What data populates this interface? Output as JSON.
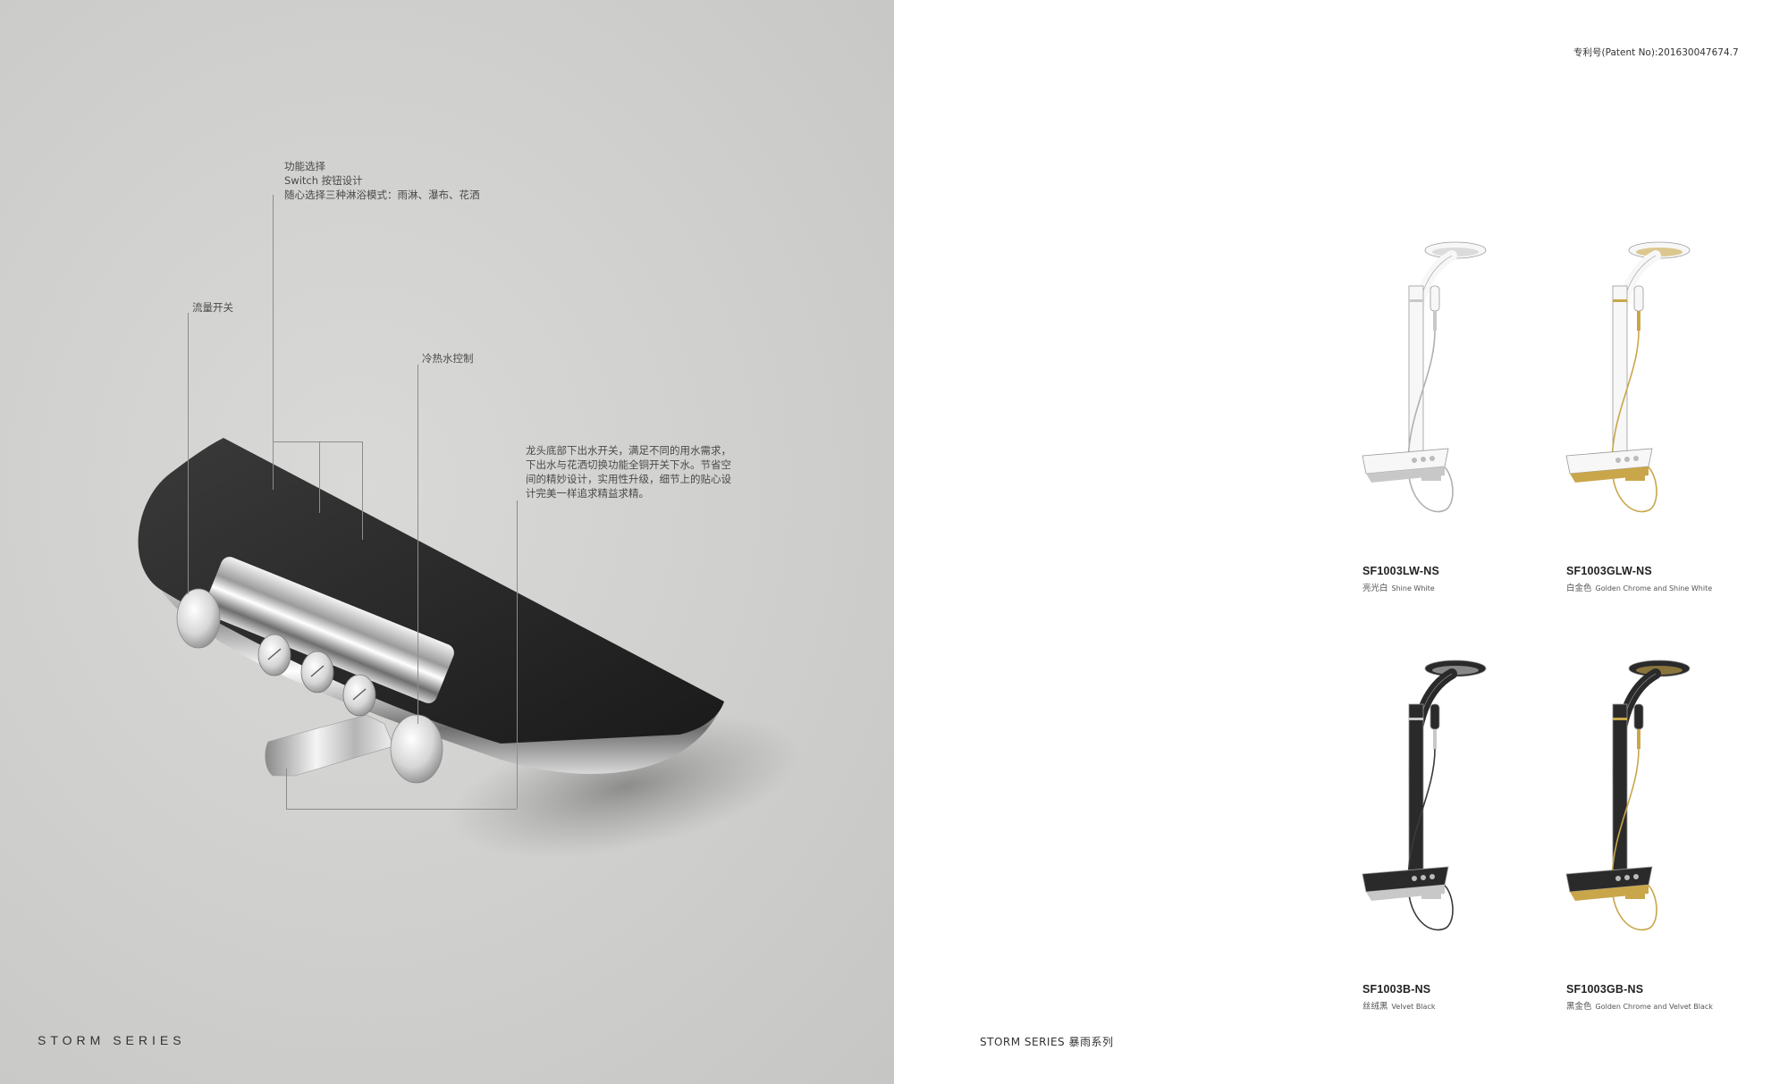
{
  "left_page": {
    "callouts": {
      "function_select": [
        "功能选择",
        "Switch 按钮设计",
        "随心选择三种淋浴模式：雨淋、瀑布、花洒"
      ],
      "flow_switch": "流量开关",
      "temp_control": "冷热水控制",
      "description": [
        "龙头底部下出水开关，满足不同的用水需求，",
        "下出水与花洒切换功能全铜开关下水。节省空",
        "间的精妙设计，实用性升级，细节上的贴心设",
        "计完美一样追求精益求精。"
      ]
    },
    "footer": "STORM SERIES"
  },
  "right_page": {
    "patent": "专利号(Patent No):201630047674.7",
    "footer": "STORM SERIES 暴雨系列",
    "products": [
      {
        "model": "SF1003LW-NS",
        "finish_cn": "亮光白",
        "finish_en": "Shine White",
        "body_color": "#f7f7f7",
        "accent": "#c8c8c8",
        "hose": "#b0b0b0"
      },
      {
        "model": "SF1003GLW-NS",
        "finish_cn": "白金色",
        "finish_en": "Golden Chrome and Shine White",
        "body_color": "#f7f7f7",
        "accent": "#c9a64a",
        "hose": "#c9a64a"
      },
      {
        "model": "SF1003B-NS",
        "finish_cn": "丝绒黑",
        "finish_en": "Velvet Black",
        "body_color": "#2a2a2a",
        "accent": "#c8c8c8",
        "hose": "#3a3a3a"
      },
      {
        "model": "SF1003GB-NS",
        "finish_cn": "黑金色",
        "finish_en": "Golden Chrome and Velvet Black",
        "body_color": "#2a2a2a",
        "accent": "#c9a64a",
        "hose": "#c9a64a"
      }
    ]
  }
}
